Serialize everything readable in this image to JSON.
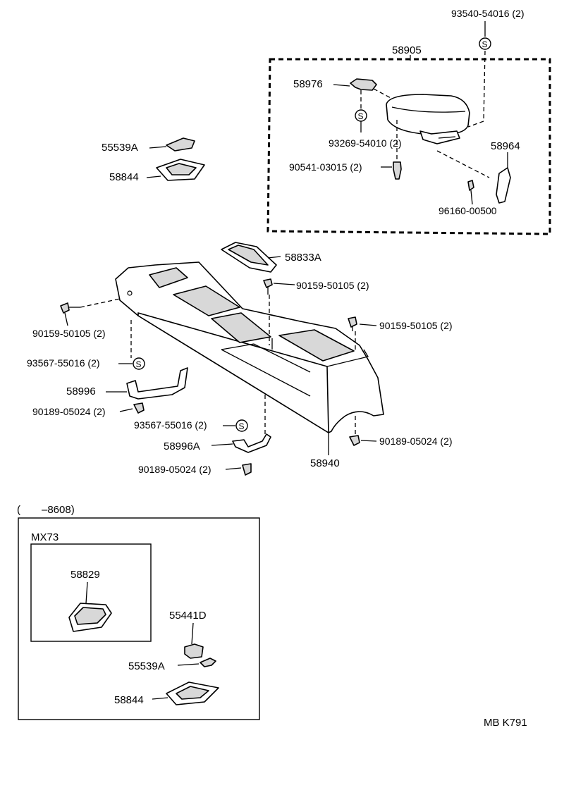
{
  "labels": {
    "p93540": "93540-54016 (2)",
    "p58905": "58905",
    "p58976": "58976",
    "p93269": "93269-54010 (2)",
    "p90541": "90541-03015 (2)",
    "p58964": "58964",
    "p96160": "96160-00500",
    "p55539a_top": "55539A",
    "p58844_top": "58844",
    "p58833a": "58833A",
    "p90159_center": "90159-50105 (2)",
    "p90159_left": "90159-50105 (2)",
    "p90159_right": "90159-50105 (2)",
    "p93567_left": "93567-55016 (2)",
    "p58996": "58996",
    "p90189_left": "90189-05024 (2)",
    "p93567_center": "93567-55016 (2)",
    "p58996a": "58996A",
    "p90189_center": "90189-05024 (2)",
    "p58940": "58940",
    "p90189_right": "90189-05024 (2)",
    "inset_range": "(　　–8608)",
    "inset_mx73": "MX73",
    "p58829": "58829",
    "p55441d": "55441D",
    "p55539a_inset": "55539A",
    "p58844_inset": "58844",
    "footer_code": "MB  K791"
  },
  "symbols": {
    "clip_letter": "S"
  }
}
